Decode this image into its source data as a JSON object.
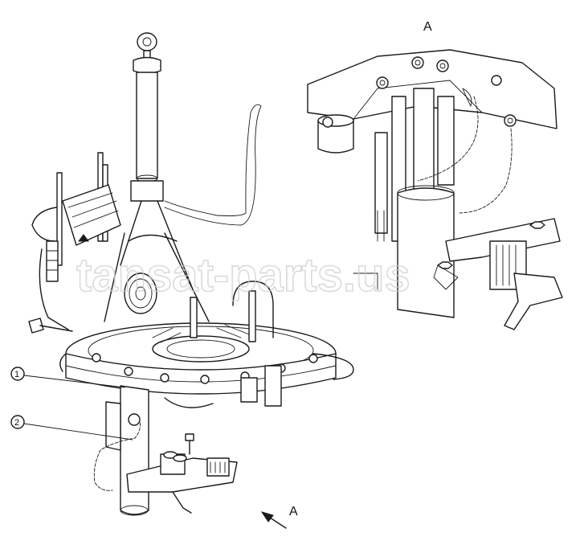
{
  "view_label_top": "A",
  "view_label_arrow": "A",
  "callouts": [
    "1",
    "2"
  ],
  "watermark": "tansat-parts.us"
}
